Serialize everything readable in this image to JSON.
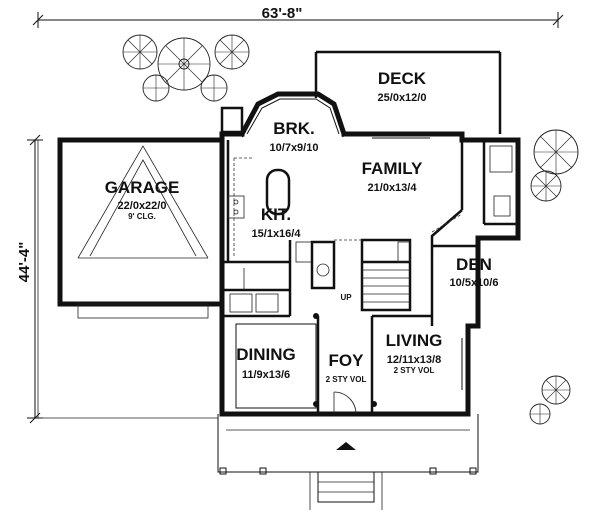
{
  "dimensions": {
    "width": "63'-8\"",
    "depth": "44'-4\""
  },
  "rooms": {
    "deck": {
      "name": "DECK",
      "size": "25/0x12/0"
    },
    "brk": {
      "name": "BRK.",
      "size": "10/7x9/10"
    },
    "family": {
      "name": "FAMILY",
      "size": "21/0x13/4"
    },
    "garage": {
      "name": "GARAGE",
      "size": "22/0x22/0",
      "note": "9' CLG."
    },
    "kit": {
      "name": "KIT.",
      "size": "15/1x16/4"
    },
    "den": {
      "name": "DEN",
      "size": "10/5x10/6"
    },
    "dining": {
      "name": "DINING",
      "size": "11/9x13/6"
    },
    "foy": {
      "name": "FOY",
      "note": "2 STY VOL"
    },
    "living": {
      "name": "LIVING",
      "size": "12/11x13/8",
      "note": "2 STY VOL"
    }
  },
  "stairs": {
    "label": "UP"
  }
}
